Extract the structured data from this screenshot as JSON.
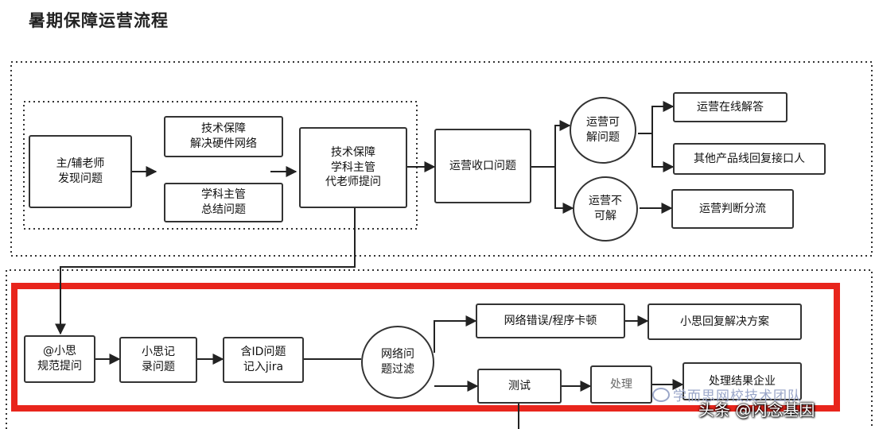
{
  "title": "暑期保障运营流程",
  "colors": {
    "line": "#222222",
    "highlight": "#e8251c",
    "dotted": "#333333"
  },
  "nodes": {
    "teacher_find": "主/辅老师\n发现问题",
    "tech_solve": "技术保障\n解决硬件网络",
    "subject_summary": "学科主管\n总结问题",
    "tech_subject_ask": "技术保障\n学科主管\n代老师提问",
    "ops_collect": "运营收口问题",
    "ops_can_solve": "运营可\n解问题",
    "ops_cannot_solve": "运营不\n可解",
    "ops_online_answer": "运营在线解答",
    "other_product_line": "其他产品线回复接口人",
    "ops_judge_route": "运营判断分流",
    "at_xiaosi": "@小思\n规范提问",
    "xiaosi_record": "小思记\n录问题",
    "jira_record": "含ID问题\n记入jira",
    "network_filter": "网络问\n题过滤",
    "network_error": "网络错误/程序卡顿",
    "xiaosi_reply": "小思回复解决方案",
    "test": "测试",
    "partial": "处理",
    "process_result": "处理结果企业"
  },
  "watermark": "学而思网校技术团队",
  "credit": "头条 @闪念基因"
}
